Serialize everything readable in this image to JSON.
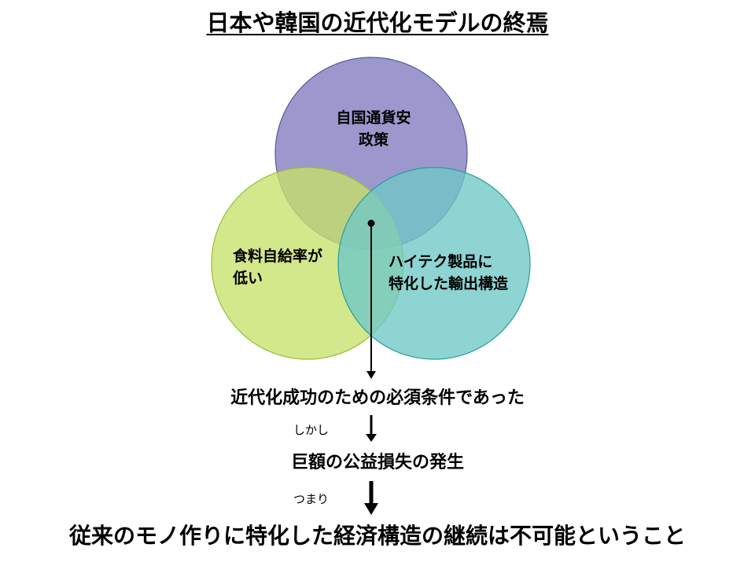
{
  "title": "日本や韓国の近代化モデルの終焉",
  "circles": {
    "top": {
      "line1": "自国通貨安",
      "line2": "政策",
      "fill": "#8b86c4",
      "stroke": "#5a5a96"
    },
    "left": {
      "line1": "食料自給率が",
      "line2": "低い",
      "fill": "#c7e06a",
      "stroke": "#9bbb3a"
    },
    "right": {
      "line1": "ハイテク製品に",
      "line2": "特化した輸出構造",
      "fill": "#6ec8c6",
      "stroke": "#2a9c9c"
    }
  },
  "flow": {
    "result_1": "近代化成功のための必須条件であった",
    "connector_1": "しかし",
    "result_2": "巨額の公益損失の発生",
    "connector_2": "つまり",
    "result_3": "従来のモノ作りに特化した経済構造の継続は不可能ということ"
  }
}
